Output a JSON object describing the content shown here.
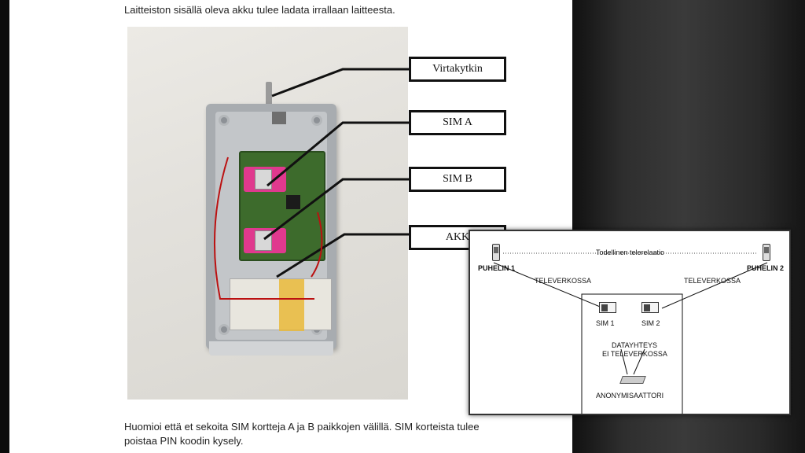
{
  "document": {
    "intro_text": "Laitteiston sisällä oleva akku tulee ladata irrallaan laitteesta.",
    "note_line1": "Huomioi että et sekoita SIM kortteja A ja B paikkojen välillä. SIM korteista tulee",
    "note_line2": "poistaa PIN koodin kysely."
  },
  "photo_labels": {
    "power_switch": "Virtakytkin",
    "sim_a": "SIM A",
    "sim_b": "SIM B",
    "battery": "AKK"
  },
  "diagram": {
    "link_label": "Todellinen telerelaatio",
    "phone1": "PUHELIN 1",
    "phone2": "PUHELIN 2",
    "net_left": "TELEVERKOSSA",
    "net_right": "TELEVERKOSSA",
    "sim1": "SIM 1",
    "sim2": "SIM 2",
    "data_line1": "DATAYHTEYS",
    "data_line2": "EI TELEVERKOSSA",
    "anonymizer": "ANONYMISAATTORI"
  },
  "icons": {
    "phone_left": "mobile-phone-icon",
    "phone_right": "mobile-phone-icon",
    "sim": "sim-card-icon",
    "anonymizer": "anonymizer-device-icon"
  }
}
